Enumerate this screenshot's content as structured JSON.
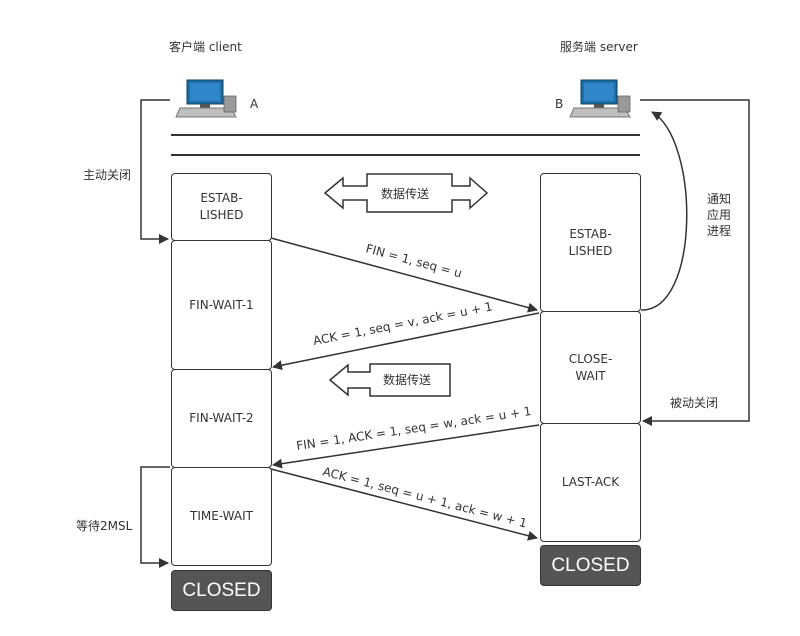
{
  "client": {
    "title": "客户端 client",
    "letter": "A"
  },
  "server": {
    "title": "服务端 server",
    "letter": "B"
  },
  "side_labels": {
    "active_close": "主动关闭",
    "passive_close": "被动关闭",
    "notify_line1": "通知",
    "notify_line2": "应用",
    "notify_line3": "进程",
    "wait_2msl": "等待2MSL"
  },
  "client_states": {
    "established_line1": "ESTAB-",
    "established_line2": "LISHED",
    "fin_wait_1": "FIN-WAIT-1",
    "fin_wait_2": "FIN-WAIT-2",
    "time_wait": "TIME-WAIT",
    "closed": "CLOSED"
  },
  "server_states": {
    "established_line1": "ESTAB-",
    "established_line2": "LISHED",
    "close_wait_line1": "CLOSE-",
    "close_wait_line2": "WAIT",
    "last_ack": "LAST-ACK",
    "closed": "CLOSED"
  },
  "messages": {
    "m1": "FIN = 1, seq = u",
    "m2": "ACK = 1, seq = v, ack = u + 1",
    "m3": "FIN = 1, ACK = 1, seq = w, ack = u + 1",
    "m4": "ACK = 1,  seq = u + 1, ack = w + 1"
  },
  "data_transfer": {
    "bidirectional": "数据传送",
    "server_to_client": "数据传送"
  }
}
